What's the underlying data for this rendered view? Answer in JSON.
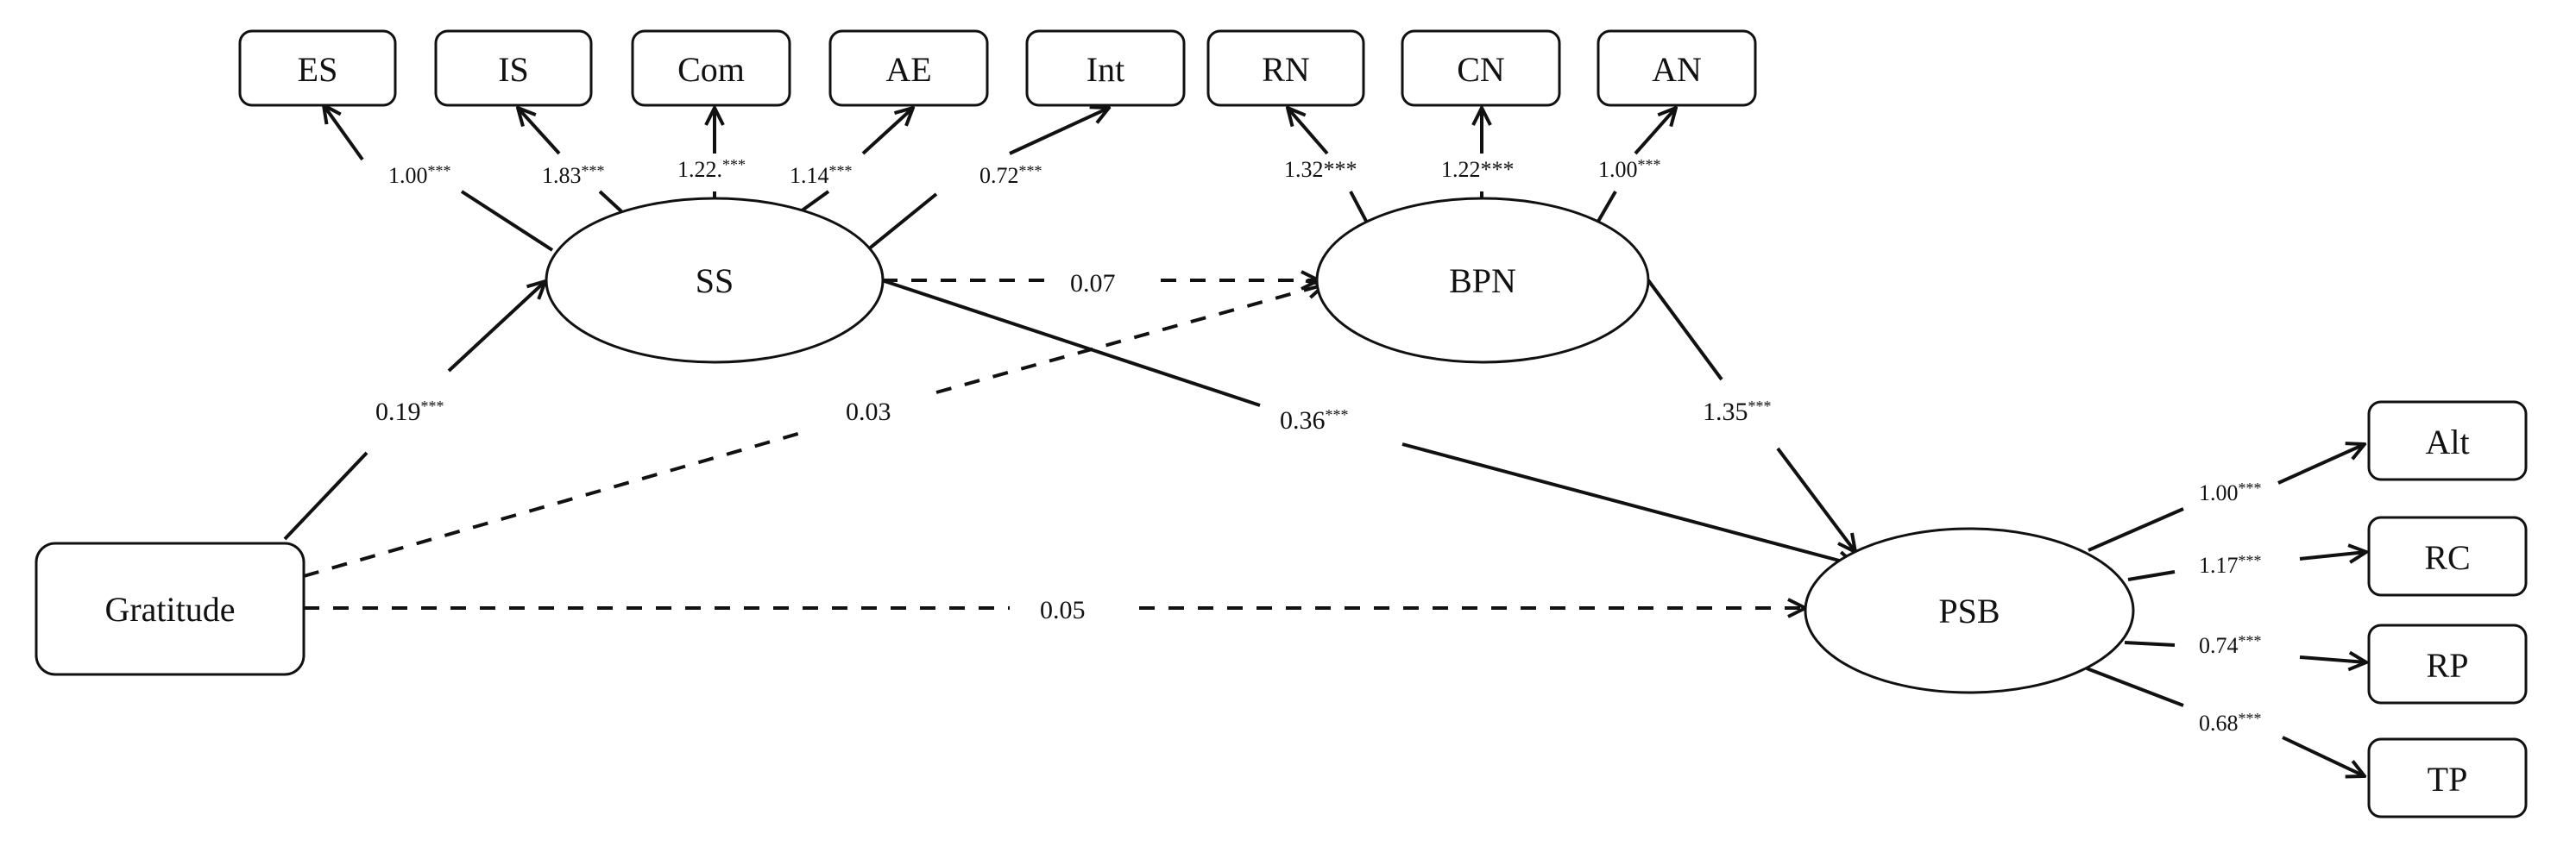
{
  "nodes": {
    "ES": "ES",
    "IS": "IS",
    "Com": "Com",
    "AE": "AE",
    "Int": "Int",
    "RN": "RN",
    "CN": "CN",
    "AN": "AN",
    "SS": "SS",
    "BPN": "BPN",
    "Gratitude": "Gratitude",
    "PSB": "PSB",
    "Alt": "Alt",
    "RC": "RC",
    "RP": "RP",
    "TP": "TP"
  },
  "coefficients": {
    "ss_es": {
      "value": "1.00",
      "stars": "***"
    },
    "ss_is": {
      "value": "1.83",
      "stars": "***"
    },
    "ss_com": {
      "value": "1.22.",
      "stars": "***"
    },
    "ss_ae": {
      "value": "1.14",
      "stars": "***"
    },
    "ss_int": {
      "value": "0.72",
      "stars": "***"
    },
    "bpn_rn": {
      "value": "1.32***",
      "stars": ""
    },
    "bpn_cn": {
      "value": "1.22***",
      "stars": ""
    },
    "bpn_an": {
      "value": "1.00",
      "stars": "***"
    },
    "grat_ss": {
      "value": "0.19",
      "stars": "***"
    },
    "grat_bpn": {
      "value": "0.03",
      "stars": ""
    },
    "ss_bpn": {
      "value": "0.07",
      "stars": ""
    },
    "ss_psb": {
      "value": "0.36",
      "stars": "***"
    },
    "bpn_psb": {
      "value": "1.35",
      "stars": "***"
    },
    "grat_psb": {
      "value": "0.05",
      "stars": ""
    },
    "psb_alt": {
      "value": "1.00",
      "stars": "***"
    },
    "psb_rc": {
      "value": "1.17",
      "stars": "***"
    },
    "psb_rp": {
      "value": "0.74",
      "stars": "***"
    },
    "psb_tp": {
      "value": "0.68",
      "stars": "***"
    }
  }
}
